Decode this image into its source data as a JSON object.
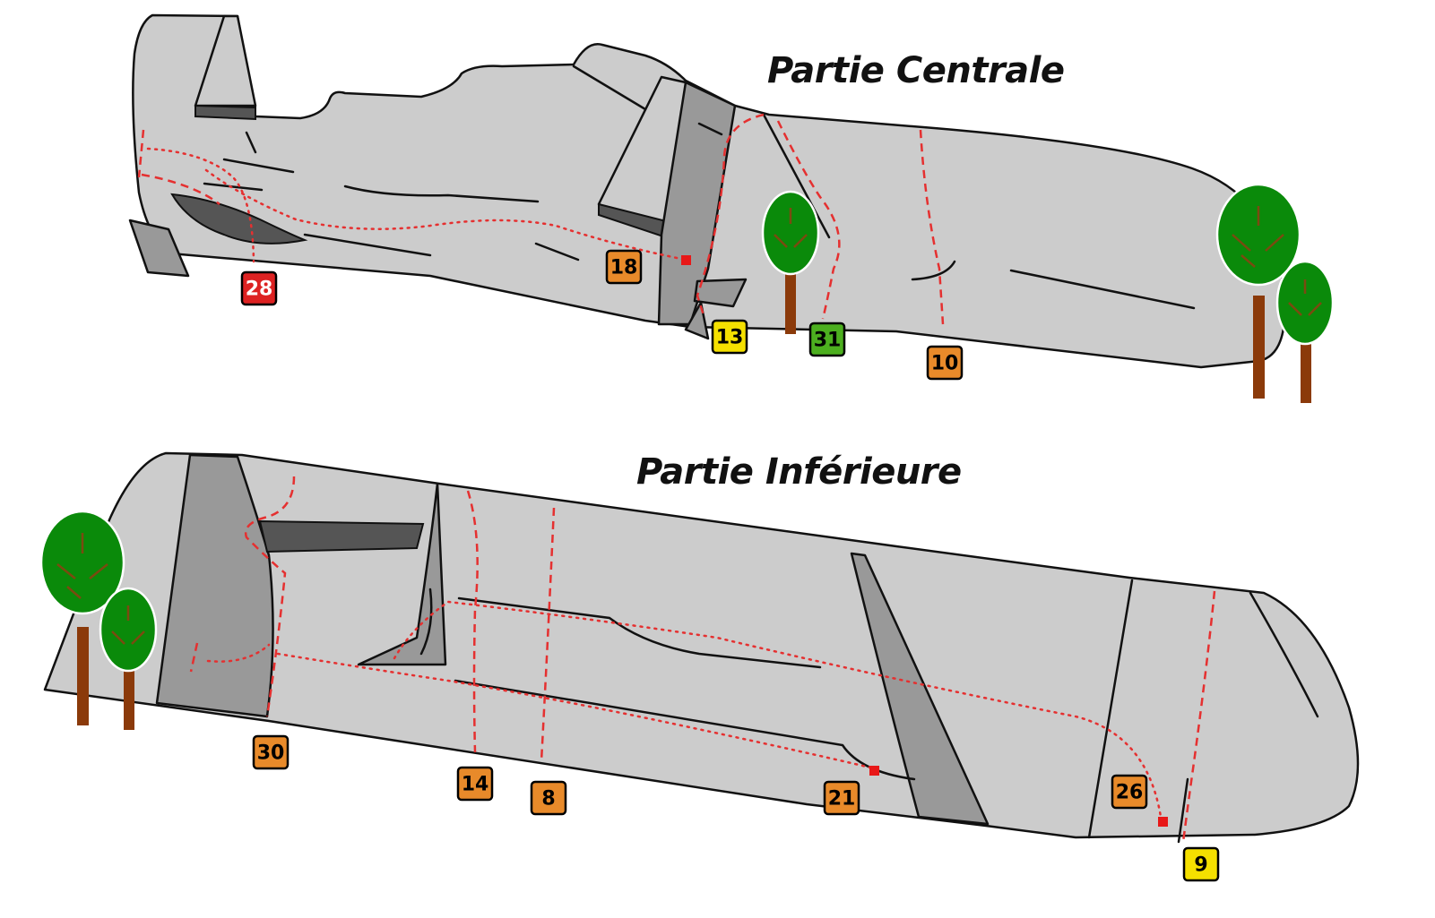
{
  "sections": [
    {
      "id": "central",
      "title": "Partie Centrale"
    },
    {
      "id": "inferior",
      "title": "Partie Inférieure"
    }
  ],
  "routes": [
    {
      "number": "28",
      "color": "#dd2222",
      "text_color": "#ffffff"
    },
    {
      "number": "18",
      "color": "#e88a2a",
      "text_color": "#000000"
    },
    {
      "number": "13",
      "color": "#f5e000",
      "text_color": "#000000"
    },
    {
      "number": "31",
      "color": "#4caf1f",
      "text_color": "#000000"
    },
    {
      "number": "10",
      "color": "#e88a2a",
      "text_color": "#000000"
    },
    {
      "number": "30",
      "color": "#e88a2a",
      "text_color": "#000000"
    },
    {
      "number": "14",
      "color": "#e88a2a",
      "text_color": "#000000"
    },
    {
      "number": "8",
      "color": "#e88a2a",
      "text_color": "#000000"
    },
    {
      "number": "21",
      "color": "#e88a2a",
      "text_color": "#000000"
    },
    {
      "number": "26",
      "color": "#e88a2a",
      "text_color": "#000000"
    },
    {
      "number": "9",
      "color": "#f5e000",
      "text_color": "#000000"
    }
  ],
  "legend_colors": {
    "route_line": "#e53030",
    "rock": "#cccccc",
    "tree": "#0a8a0a"
  }
}
